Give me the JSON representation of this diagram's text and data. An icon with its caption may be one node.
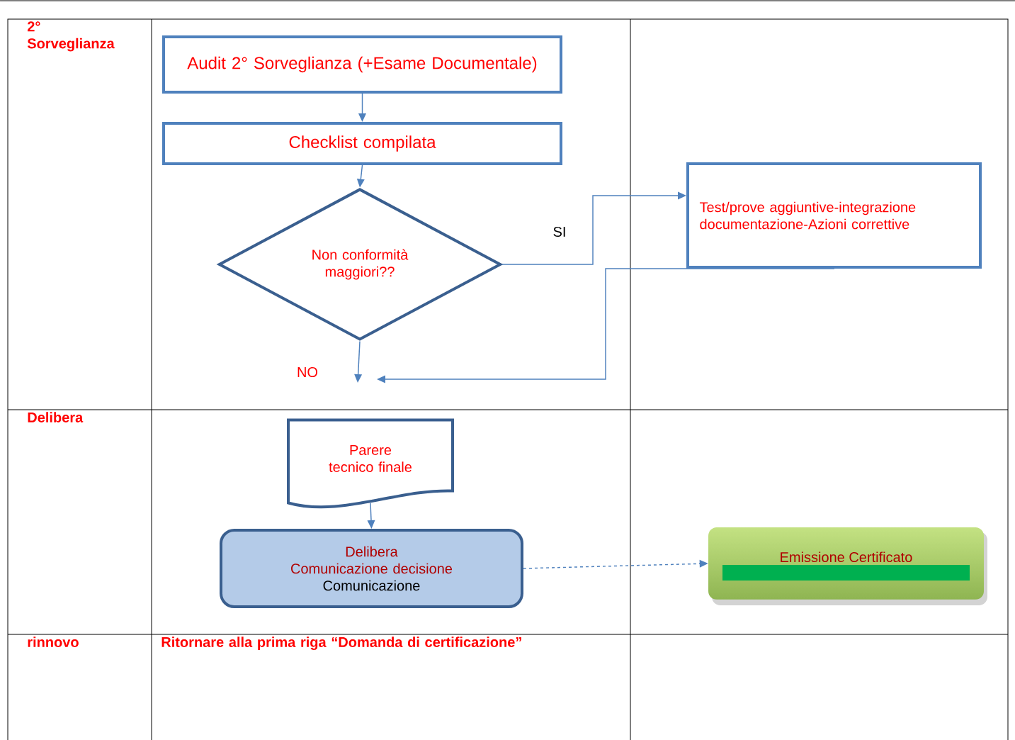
{
  "diagram": {
    "nodes": [
      {
        "text": [
          "Audit 2° Sorveglianza (+Esame Documentale)"
        ]
      },
      {
        "text": [
          "Checklist compilata"
        ]
      },
      {
        "text": [
          "Non conformità maggiori??"
        ]
      },
      {
        "text": [
          "Test/prove aggiuntive-integrazione documentazione-Azioni correttive"
        ]
      },
      {
        "text": [
          "Parere tecnico finale"
        ]
      },
      {
        "text": [
          "Delibera",
          "Comunicazione decisione",
          "Comunicazione"
        ]
      },
      {
        "text": [
          "Emissione Certificato"
        ]
      }
    ],
    "edges": [
      {
        "from": 0,
        "to": 1,
        "arrow": "to"
      },
      {
        "from": 1,
        "to": 2,
        "arrow": "to"
      },
      {
        "from": 2,
        "to": 3,
        "arrow": "to",
        "label": "SI"
      },
      {
        "from": 3,
        "to": null,
        "arrow": "to"
      },
      {
        "from": 2,
        "to": null,
        "arrow": "to",
        "label": "NO"
      },
      {
        "from": 4,
        "to": 5,
        "arrow": "to"
      },
      {
        "from": 5,
        "to": 6,
        "arrow": "to",
        "style": "dashed"
      }
    ],
    "labels": [
      "2° Sorveglianza",
      "Delibera",
      "rinnovo",
      "Ritornare alla prima riga “Domanda di certificazione”"
    ]
  }
}
